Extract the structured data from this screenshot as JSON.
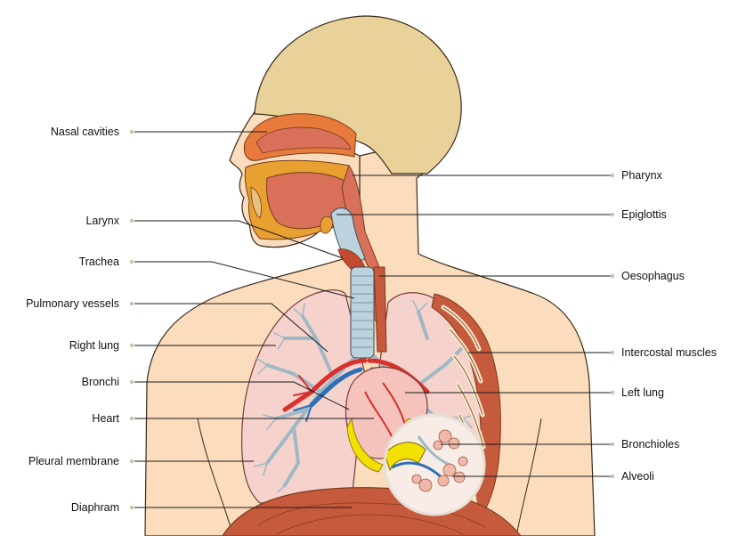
{
  "diagram": {
    "labels_left": [
      {
        "id": "nasal-cavities",
        "text": "Nasal cavities"
      },
      {
        "id": "larynx",
        "text": "Larynx"
      },
      {
        "id": "trachea",
        "text": "Trachea"
      },
      {
        "id": "pulmonary-vessels",
        "text": "Pulmonary vessels"
      },
      {
        "id": "right-lung",
        "text": "Right lung"
      },
      {
        "id": "bronchi",
        "text": "Bronchi"
      },
      {
        "id": "heart",
        "text": "Heart"
      },
      {
        "id": "pleural-membrane",
        "text": "Pleural membrane"
      },
      {
        "id": "diaphram",
        "text": "Diaphram"
      }
    ],
    "labels_right": [
      {
        "id": "pharynx",
        "text": "Pharynx"
      },
      {
        "id": "epiglottis",
        "text": "Epiglottis"
      },
      {
        "id": "oesophagus",
        "text": "Oesophagus"
      },
      {
        "id": "intercostal-muscles",
        "text": "Intercostal muscles"
      },
      {
        "id": "left-lung",
        "text": "Left lung"
      },
      {
        "id": "bronchioles",
        "text": "Bronchioles"
      },
      {
        "id": "alveoli",
        "text": "Alveoli"
      }
    ]
  },
  "colors": {
    "skin": "#fbdcbc",
    "hair": "#e8d29a",
    "lung": "#f6d2cc",
    "airway": "#bcd2dc",
    "artery": "#d9302c",
    "vein": "#2d6fb5",
    "muscle": "#c65a3c",
    "fat": "#f2e000",
    "cavity": "#d9705a"
  }
}
